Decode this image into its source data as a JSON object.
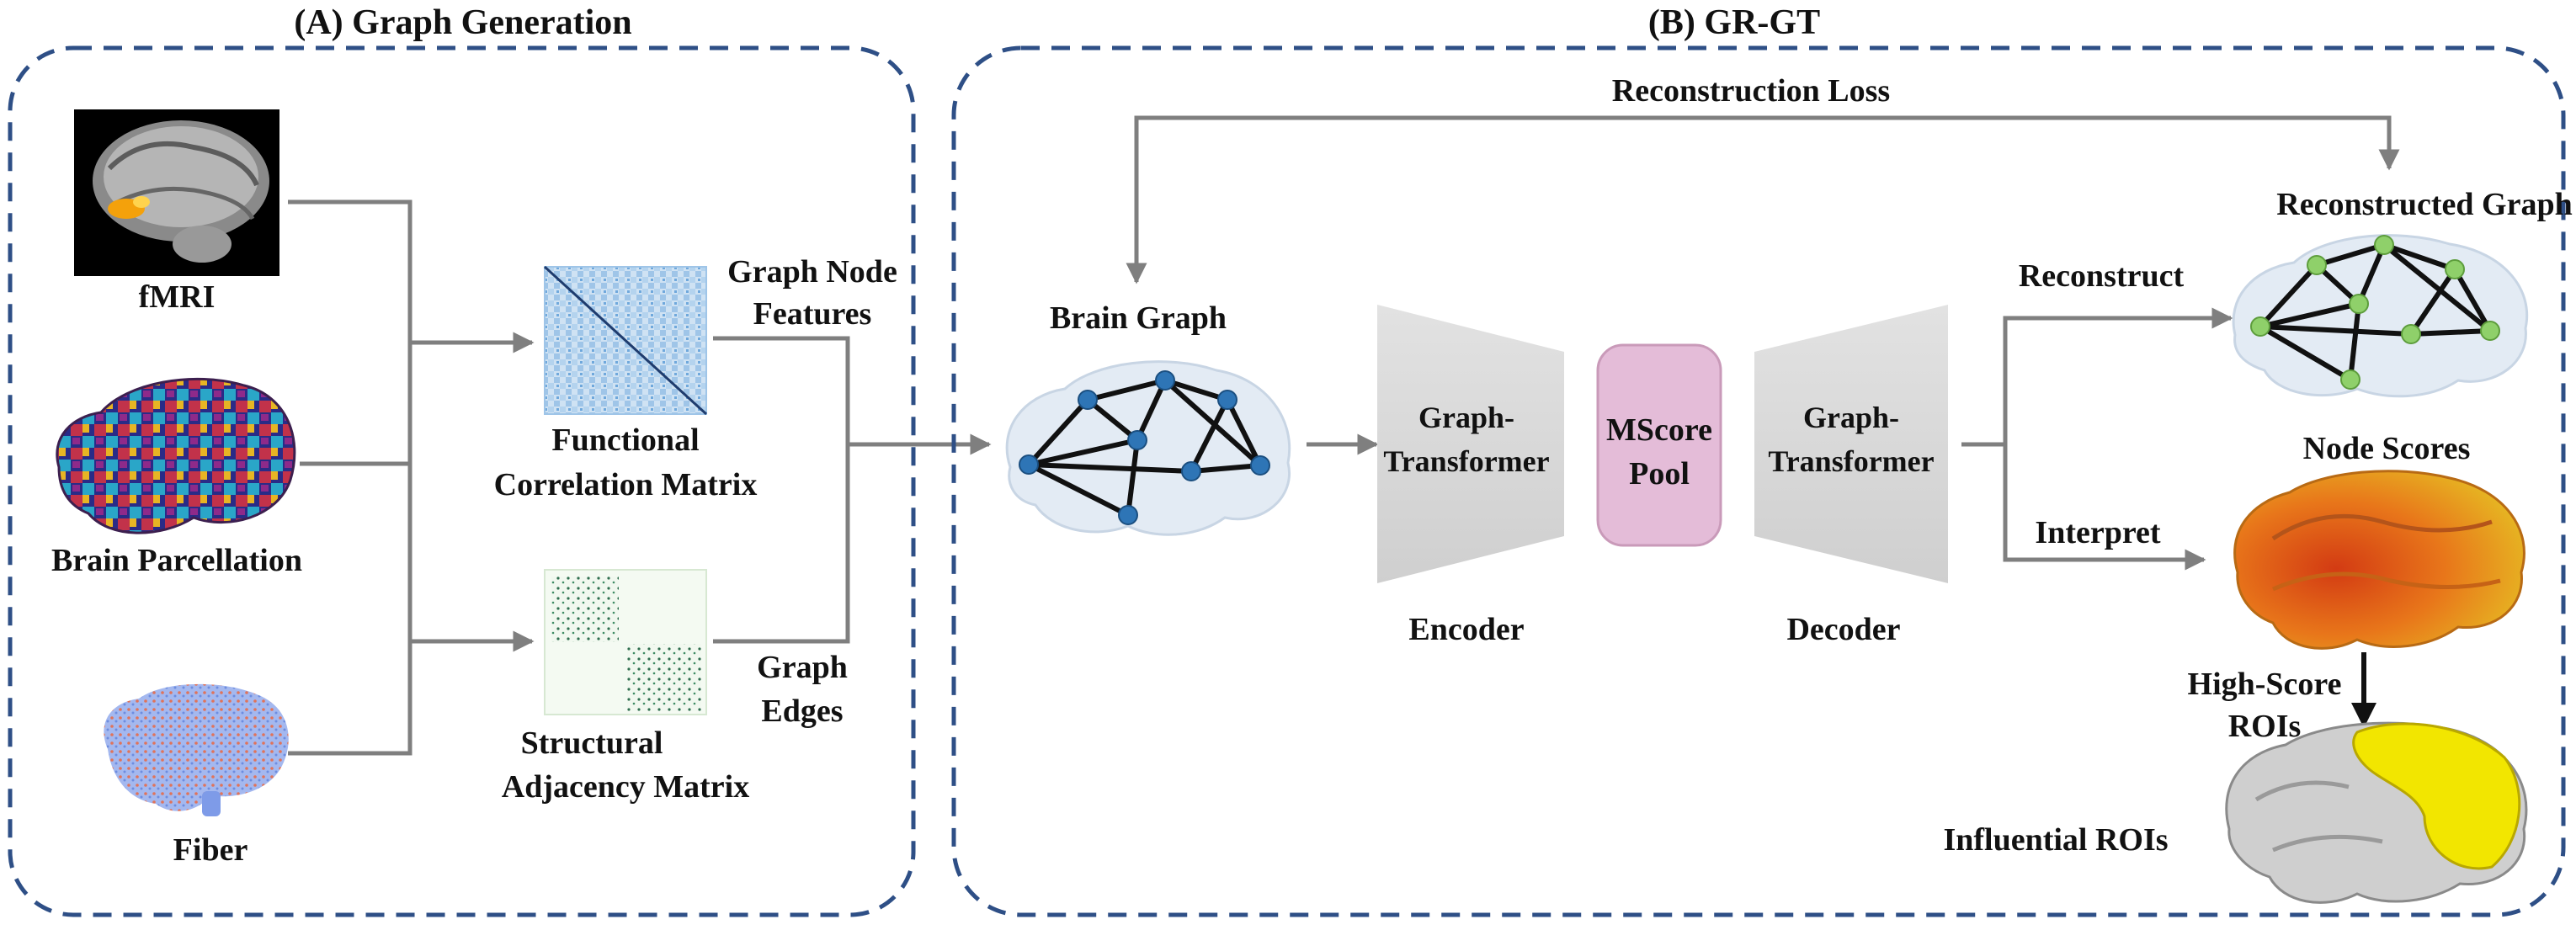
{
  "panel_a": {
    "title": "(A) Graph Generation",
    "inputs": {
      "fmri": "fMRI",
      "parcellation": "Brain Parcellation",
      "fiber": "Fiber"
    },
    "functional": {
      "line1": "Functional",
      "line2": "Correlation Matrix"
    },
    "structural": {
      "line1": "Structural",
      "line2": "Adjacency Matrix"
    },
    "node_features": {
      "line1": "Graph Node",
      "line2": "Features"
    },
    "edges": {
      "line1": "Graph",
      "line2": "Edges"
    }
  },
  "panel_b": {
    "title": "(B) GR-GT",
    "recon_loss": "Reconstruction Loss",
    "brain_graph": "Brain Graph",
    "encoder_block": {
      "line1": "Graph-",
      "line2": "Transformer",
      "caption": "Encoder"
    },
    "pool": {
      "line1": "MScore",
      "line2": "Pool"
    },
    "decoder_block": {
      "line1": "Graph-",
      "line2": "Transformer",
      "caption": "Decoder"
    },
    "reconstruct": "Reconstruct",
    "interpret": "Interpret",
    "reconstructed_graph": "Reconstructed Graph",
    "node_scores": "Node Scores",
    "high_score": {
      "line1": "High-Score",
      "line2": "ROIs"
    },
    "influential": "Influential ROIs"
  },
  "colors": {
    "dashed_border": "#2e4f86",
    "arrow": "#7f7f7f",
    "block_fill": "#d9d9d9",
    "pool_fill": "#e4bcd8",
    "brain_graph_node": "#2e75b6",
    "recon_node": "#8fd06a"
  }
}
